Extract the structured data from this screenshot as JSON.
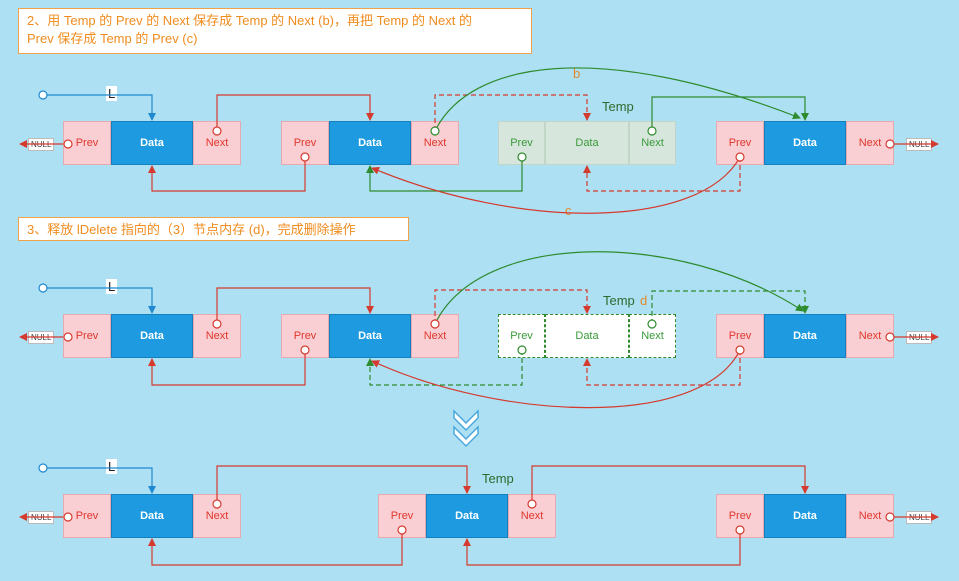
{
  "captions": {
    "step2_line1": "2、用 Temp 的 Prev 的 Next 保存成 Temp 的 Next (b)，再把 Temp 的 Next 的",
    "step2_line2": "Prev 保存成 Temp 的 Prev (c)",
    "step3": "3、释放 lDelete 指向的（3）节点内存 (d)，完成删除操作"
  },
  "labels": {
    "prev": "Prev",
    "data": "Data",
    "next": "Next",
    "null": "NULL",
    "list_pointer": "L",
    "temp": "Temp",
    "b": "b",
    "c": "c",
    "d": "d"
  },
  "colors": {
    "background": "#aee0f3",
    "link_red": "#d43a2e",
    "link_green": "#2e8b2e",
    "link_blue": "#1e88d0",
    "data_blue": "#1e9be0",
    "pointer_pink": "#f9cfd4",
    "caption_orange": "#f08c1e"
  },
  "icons": {
    "transition": "double-chevron-down-icon"
  }
}
